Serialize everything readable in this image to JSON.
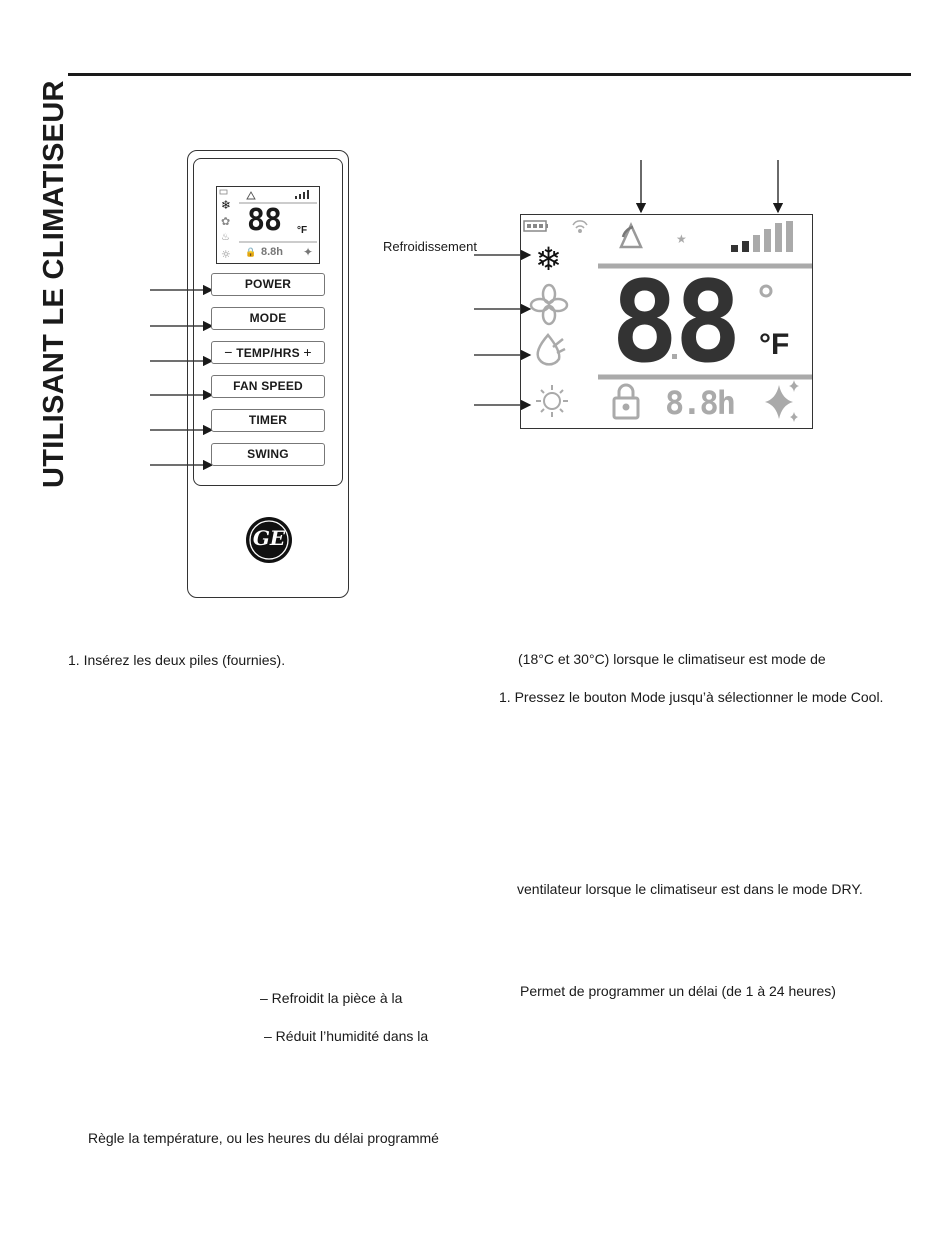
{
  "page": {
    "side_title": "UTILISANT LE CLIMATISEUR"
  },
  "remote": {
    "buttons": [
      {
        "label": "POWER"
      },
      {
        "label": "MODE"
      },
      {
        "label": "TEMP/HRS",
        "minus": "−",
        "plus": "+"
      },
      {
        "label": "FAN SPEED"
      },
      {
        "label": "TIMER"
      },
      {
        "label": "SWING"
      }
    ],
    "mini_display": {
      "digits": "88",
      "unit": "°F",
      "timer": "8.8h"
    },
    "logo_text": "GE"
  },
  "lcd": {
    "cooling_label": "Refroidissement",
    "digits": "88",
    "unit": "°F",
    "timer": "8.8h"
  },
  "text": {
    "insert_batteries": "1. Insérez les deux piles (fournies).",
    "temp_range": "(18°C et 30°C) lorsque le climatiseur est mode de",
    "press_mode": "1. Pressez le bouton Mode jusqu’à sélectionner le mode Cool.",
    "fan_dry": "ventilateur lorsque le climatiseur est dans le mode DRY.",
    "cools_room": "– Refroidit la pièce à la",
    "timer_delay": "Permet de programmer un délai (de 1 à 24 heures)",
    "reduces_humidity": "– Réduit l’humidité dans la",
    "sets_temp": "Règle la température, ou les heures du délai programmé"
  },
  "colors": {
    "ink": "#1a1a1a",
    "lcd_gray": "#a6a6a6"
  }
}
